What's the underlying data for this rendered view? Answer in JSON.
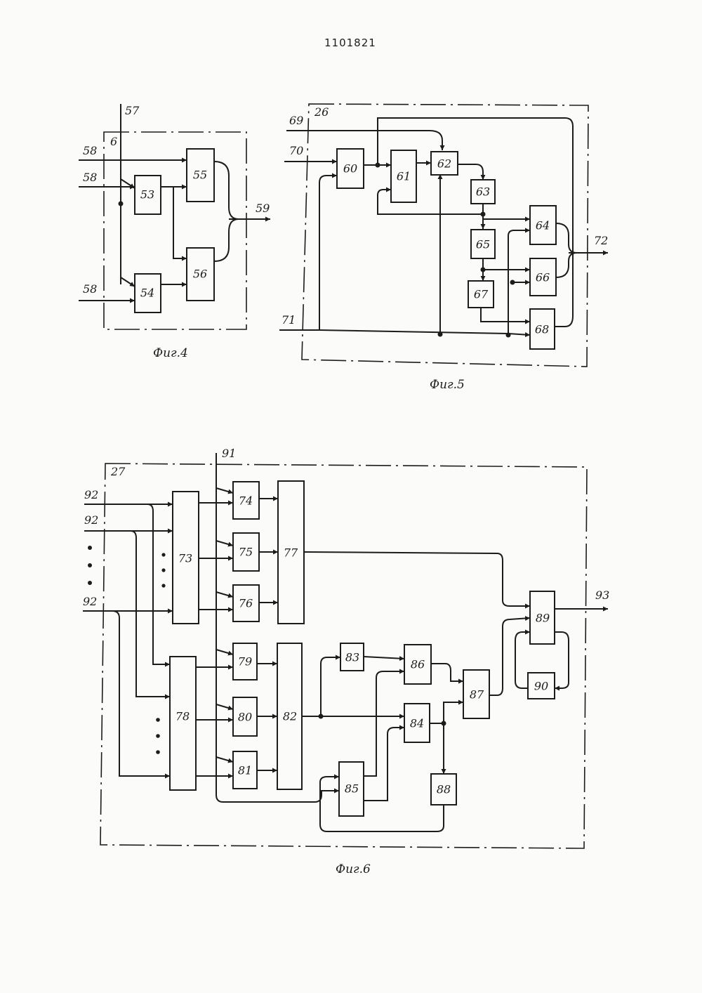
{
  "doc_number": "1101821",
  "fig4": {
    "caption": "Фиг.4",
    "frame_label": "6",
    "blocks": [
      "53",
      "54",
      "55",
      "56"
    ],
    "signals": {
      "in_top": "57",
      "in_a": "58",
      "in_b": "58",
      "in_c": "58",
      "out": "59"
    }
  },
  "fig5": {
    "caption": "Фиг.5",
    "frame_label": "26",
    "blocks": [
      "60",
      "61",
      "62",
      "63",
      "64",
      "65",
      "66",
      "67",
      "68"
    ],
    "signals": {
      "in_a": "69",
      "in_b": "70",
      "in_c": "71",
      "out": "72"
    }
  },
  "fig6": {
    "caption": "Фиг.6",
    "frame_label": "27",
    "blocks": [
      "73",
      "74",
      "75",
      "76",
      "77",
      "78",
      "79",
      "80",
      "81",
      "82",
      "83",
      "84",
      "85",
      "86",
      "87",
      "88",
      "89",
      "90"
    ],
    "signals": {
      "in_top": "91",
      "in_a": "92",
      "in_b": "92",
      "in_c": "92",
      "out": "93"
    }
  }
}
